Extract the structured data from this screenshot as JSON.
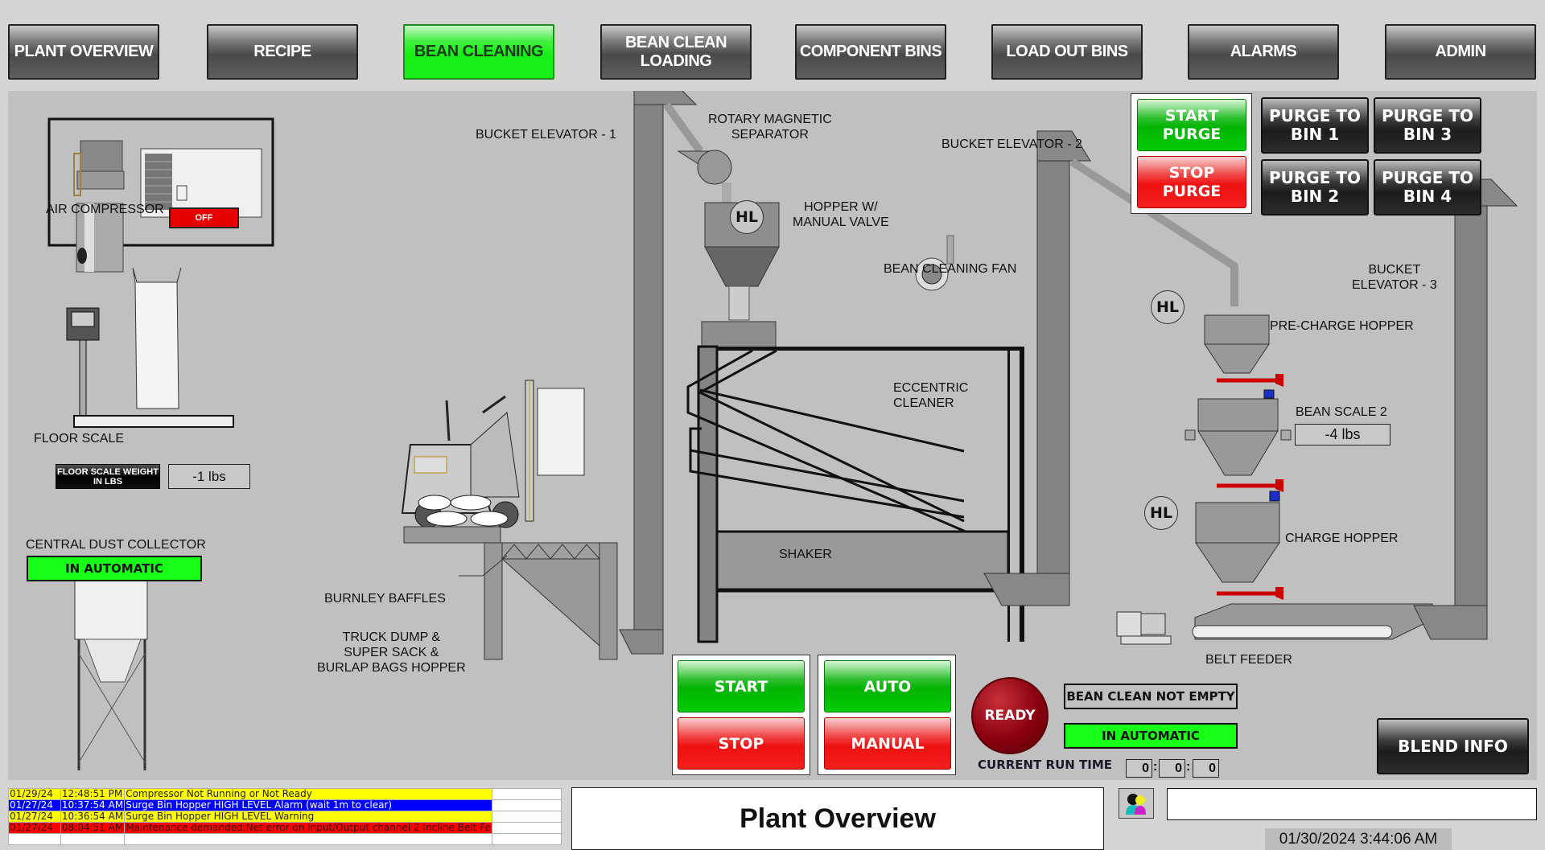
{
  "nav": {
    "items": [
      {
        "label": "PLANT OVERVIEW",
        "active": false
      },
      {
        "label": "RECIPE",
        "active": false
      },
      {
        "label": "BEAN CLEANING",
        "active": true
      },
      {
        "label": "BEAN CLEAN\nLOADING",
        "active": false
      },
      {
        "label": "COMPONENT BINS",
        "active": false
      },
      {
        "label": "LOAD OUT BINS",
        "active": false
      },
      {
        "label": "ALARMS",
        "active": false
      },
      {
        "label": "ADMIN",
        "active": false
      }
    ]
  },
  "air_compressor": {
    "label": "AIR COMPRESSOR",
    "status": "OFF",
    "status_color": "#e60000"
  },
  "floor_scale": {
    "label": "FLOOR SCALE",
    "weight_label": "FLOOR SCALE WEIGHT IN LBS",
    "weight_value": "-1 lbs"
  },
  "dust_collector": {
    "label": "CENTRAL DUST COLLECTOR",
    "status": "IN AUTOMATIC",
    "status_color": "#17ff17"
  },
  "equipment_labels": {
    "bucket_elevator_1": "BUCKET ELEVATOR - 1",
    "rotary_magnetic_separator": "ROTARY MAGNETIC\nSEPARATOR",
    "hopper_manual_valve": "HOPPER W/\nMANUAL VALVE",
    "bean_cleaning_fan": "BEAN CLEANING FAN",
    "bucket_elevator_2": "BUCKET ELEVATOR - 2",
    "bucket_elevator_3": "BUCKET\nELEVATOR - 3",
    "eccentric_cleaner": "ECCENTRIC\nCLEANER",
    "shaker": "SHAKER",
    "burnley_baffles": "BURNLEY BAFFLES",
    "truck_dump": "TRUCK DUMP &\nSUPER SACK &\nBURLAP BAGS HOPPER",
    "pre_charge_hopper": "PRE-CHARGE HOPPER",
    "bean_scale_2": "BEAN SCALE 2",
    "charge_hopper": "CHARGE HOPPER",
    "belt_feeder": "BELT FEEDER"
  },
  "level_indicator_label": "HL",
  "bean_scale_2_value": "-4 lbs",
  "purge": {
    "start": "START\nPURGE",
    "stop": "STOP\nPURGE",
    "bins": [
      "PURGE TO\nBIN 1",
      "PURGE TO\nBIN 3",
      "PURGE TO\nBIN 2",
      "PURGE TO\nBIN 4"
    ]
  },
  "controls": {
    "start": "START",
    "stop": "STOP",
    "auto": "AUTO",
    "manual": "MANUAL"
  },
  "ready_indicator": "READY",
  "bean_clean_status": "BEAN CLEAN NOT EMPTY",
  "mode_status": "IN AUTOMATIC",
  "run_time": {
    "label": "CURRENT RUN TIME",
    "hours": "0",
    "minutes": "0",
    "seconds": "0"
  },
  "blend_info": "BLEND INFO",
  "alarms": [
    {
      "date": "01/29/24",
      "time": "12:48:51 PM",
      "message": "Compressor Not Running or Not Ready",
      "color": "yellow"
    },
    {
      "date": "01/27/24",
      "time": "10:37:54 AM",
      "message": "Surge Bin Hopper HIGH LEVEL Alarm (wait 1m to clear)",
      "color": "blue"
    },
    {
      "date": "01/27/24",
      "time": "10:36:54 AM",
      "message": "Surge Bin Hopper HIGH LEVEL Warning",
      "color": "yellow"
    },
    {
      "date": "01/27/24",
      "time": "08:04:51 AM",
      "message": "Maintenance demanded:Net error on Input/Output channel 2   Incline Belt Fe",
      "color": "red"
    }
  ],
  "screen_title": "Plant Overview",
  "user_field": "",
  "datetime": "01/30/2024 3:44:06 AM"
}
